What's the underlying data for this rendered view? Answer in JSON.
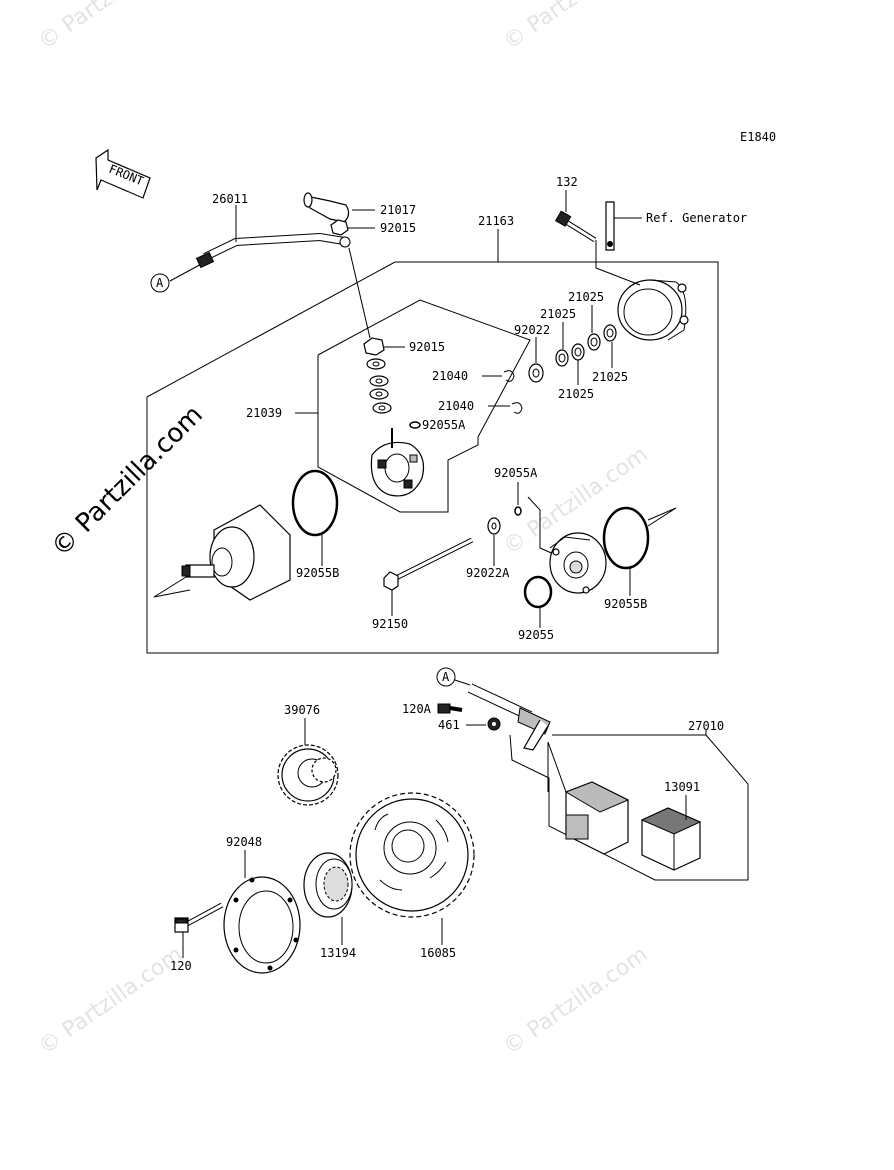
{
  "diagram": {
    "code": "E1840",
    "front_label": "FRONT",
    "ref_label": "Ref. Generator",
    "ref_marker": "A",
    "watermarks": [
      "© Partzilla.com"
    ],
    "part_labels": {
      "p26011": "26011",
      "p21017": "21017",
      "p92015_top": "92015",
      "p21163": "21163",
      "p132": "132",
      "p92015_mid": "92015",
      "p92022": "92022",
      "p21025_a": "21025",
      "p21025_b": "21025",
      "p21025_c": "21025",
      "p21025_d": "21025",
      "p21040_a": "21040",
      "p21040_b": "21040",
      "p21039": "21039",
      "p92055A_a": "92055A",
      "p92055A_b": "92055A",
      "p92055B_a": "92055B",
      "p92055B_b": "92055B",
      "p92022A": "92022A",
      "p92150": "92150",
      "p92055": "92055",
      "p120A": "120A",
      "p461": "461",
      "p27010": "27010",
      "p13091": "13091",
      "p39076": "39076",
      "p92048": "92048",
      "p120": "120",
      "p13194": "13194",
      "p16085": "16085"
    }
  }
}
